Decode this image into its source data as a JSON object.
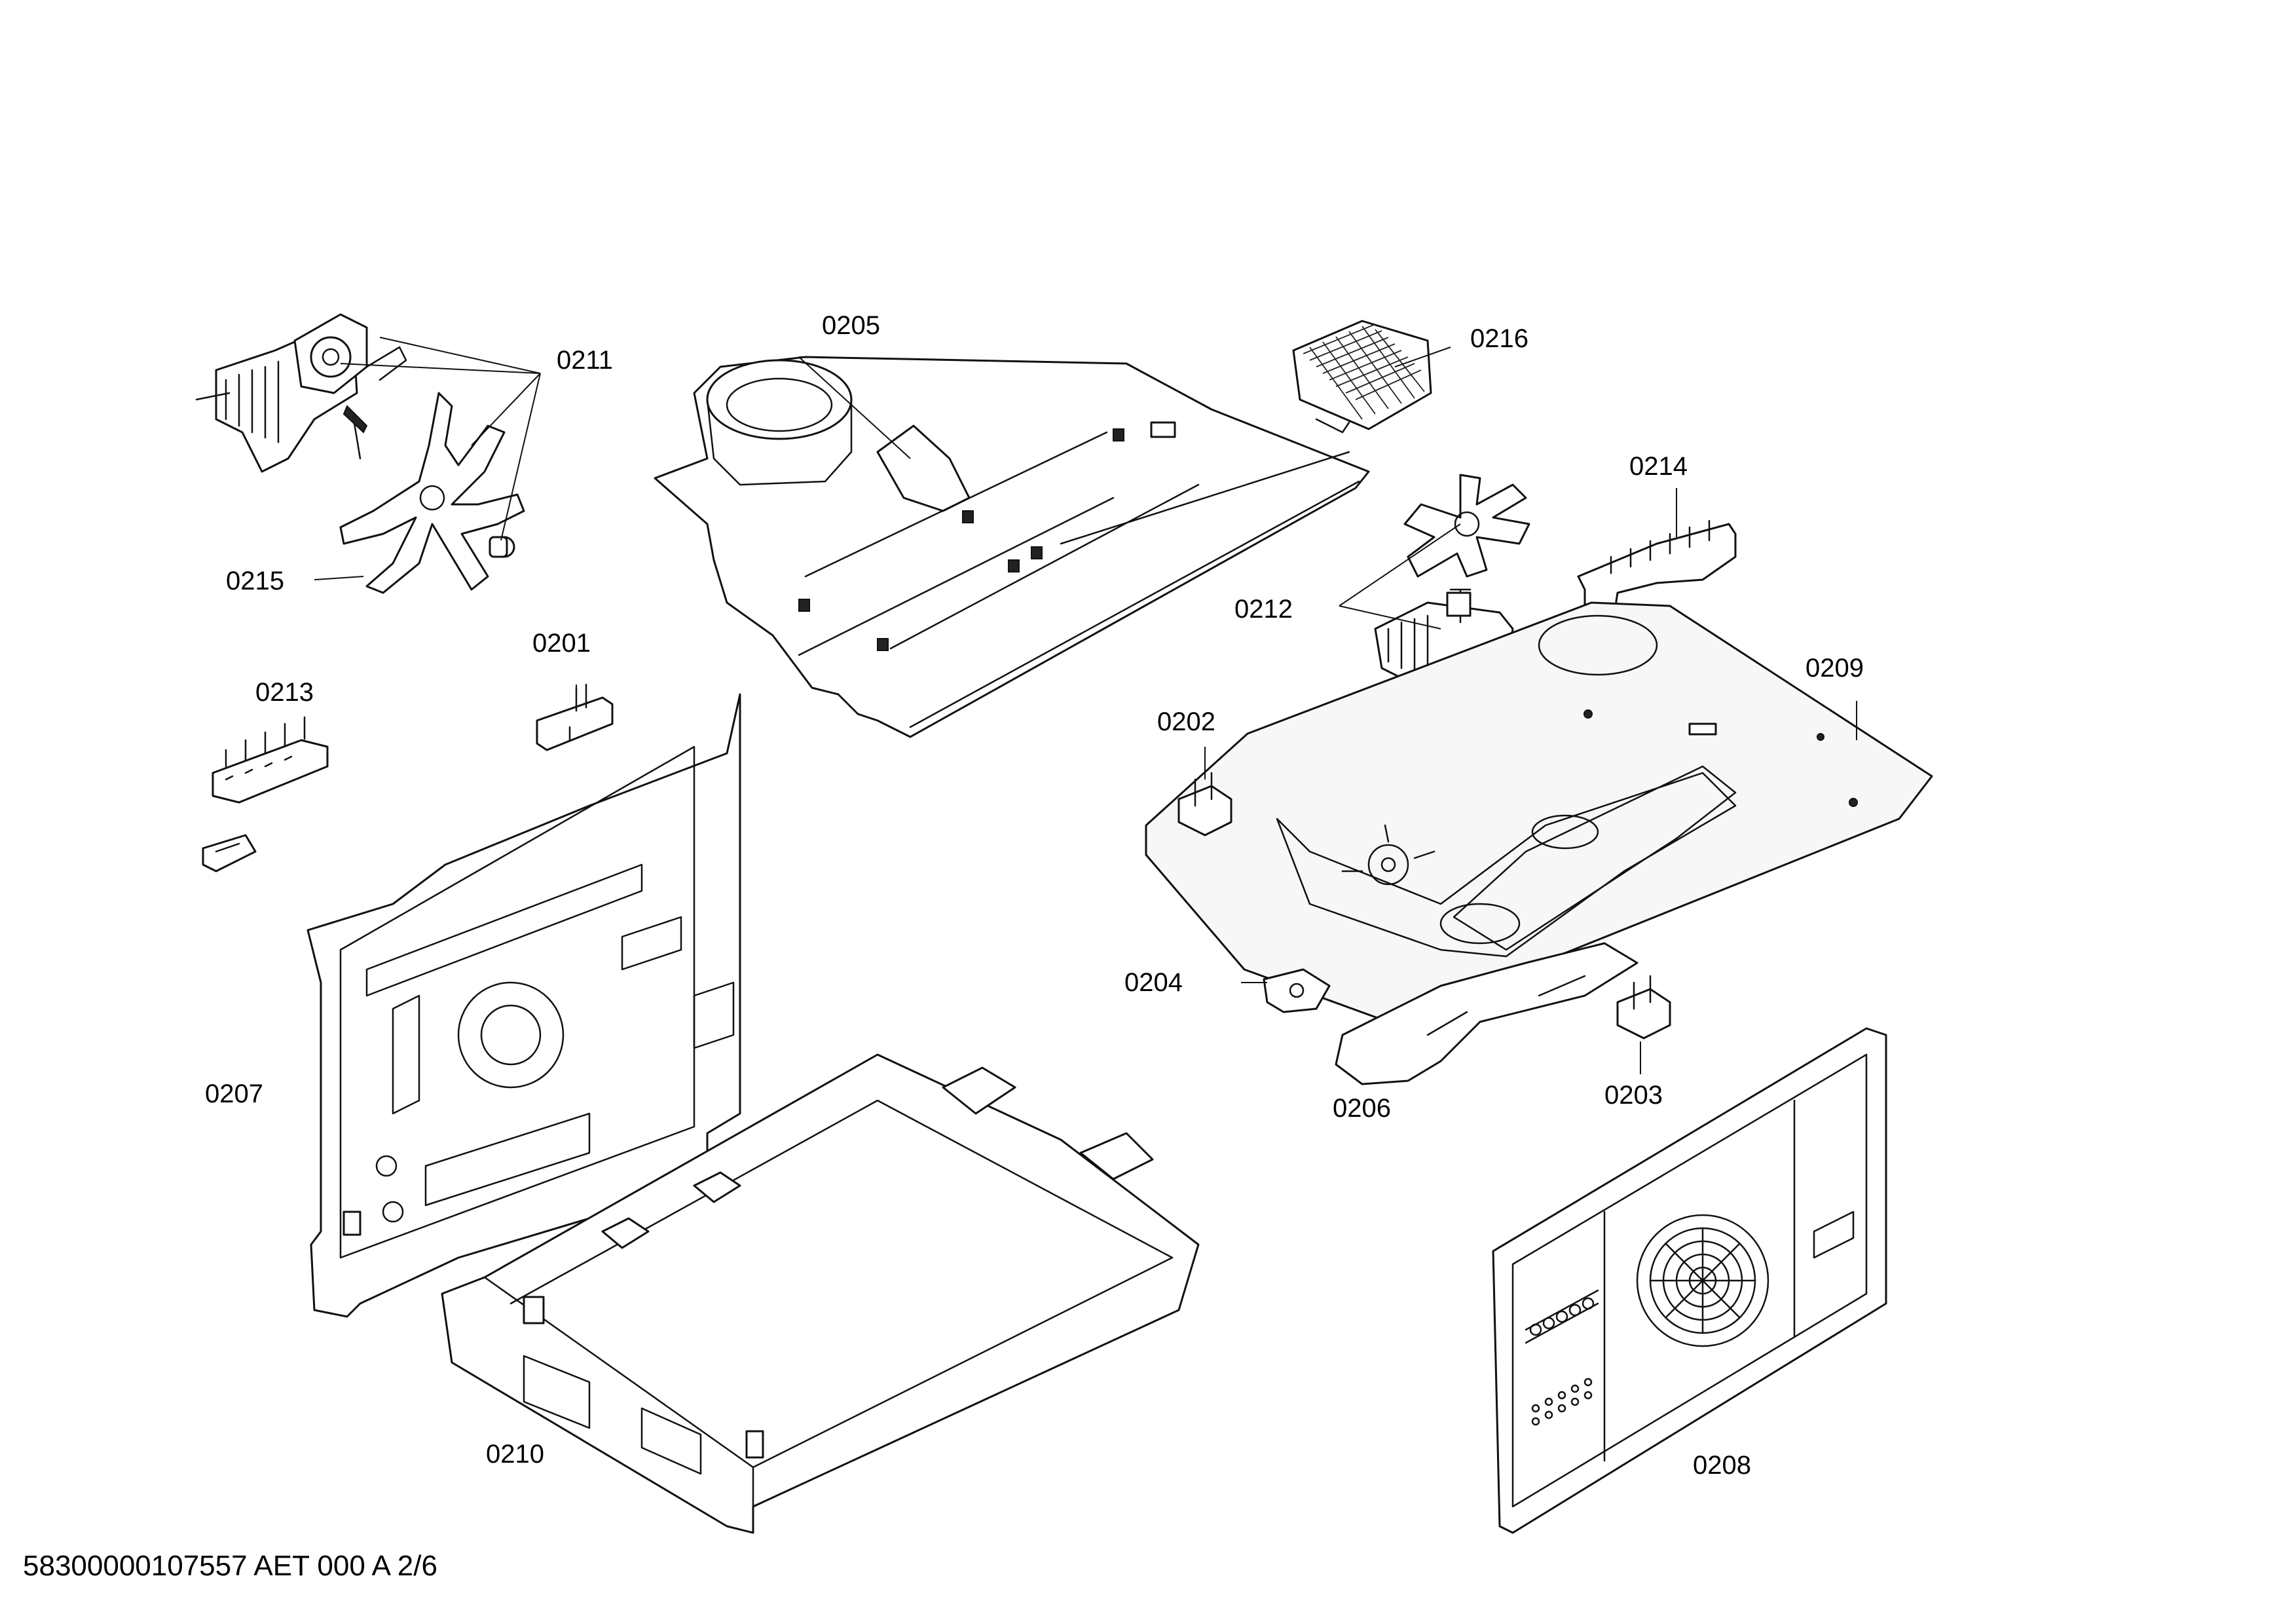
{
  "labels": {
    "p0201": "0201",
    "p0202": "0202",
    "p0203": "0203",
    "p0204": "0204",
    "p0205": "0205",
    "p0206": "0206",
    "p0207": "0207",
    "p0208": "0208",
    "p0209": "0209",
    "p0210": "0210",
    "p0211": "0211",
    "p0212": "0212",
    "p0213": "0213",
    "p0214": "0214",
    "p0215": "0215",
    "p0216": "0216"
  },
  "footer": {
    "document_id": "58300000107557 AET 000 A 2/6"
  }
}
